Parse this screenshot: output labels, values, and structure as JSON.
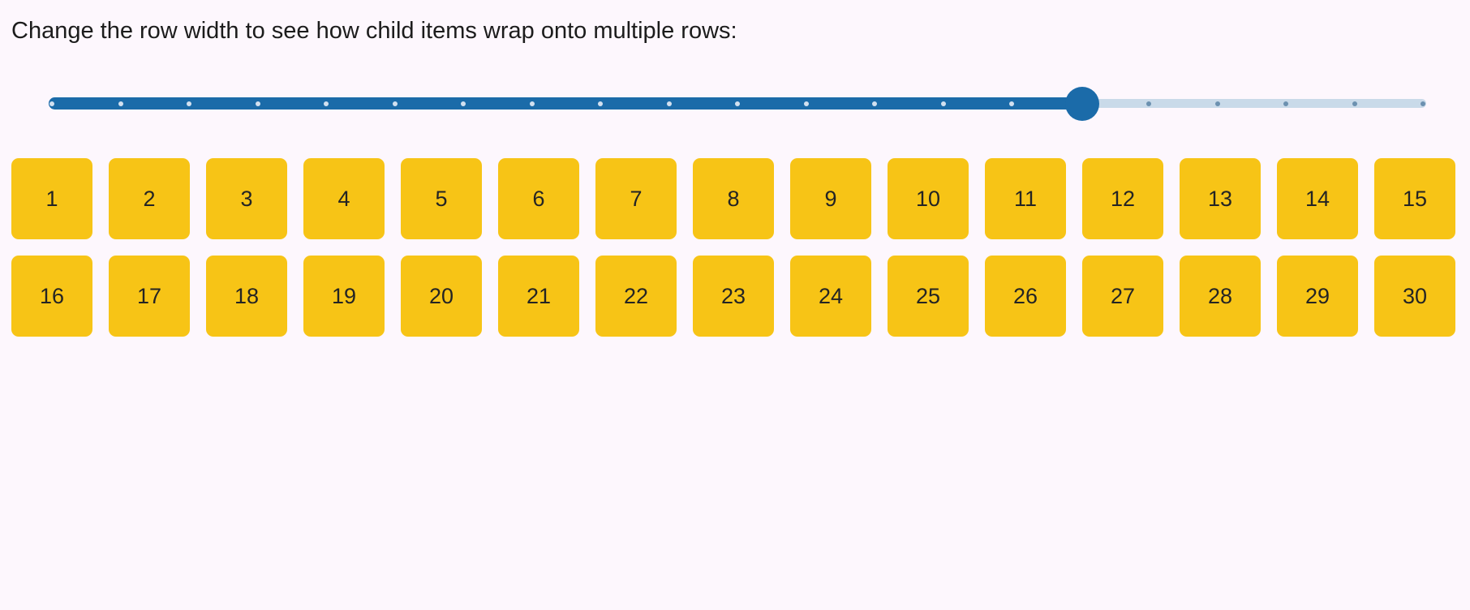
{
  "window": {
    "background_color": "#fdf7fd"
  },
  "heading": {
    "text": "Change the row width to see how child items wrap onto multiple rows:",
    "color": "#1c1c1c"
  },
  "slider": {
    "min": 0,
    "max": 20,
    "value": 15,
    "tick_count": 21,
    "percent": 75,
    "colors": {
      "fill": "#1b6ba9",
      "rail": "#c9dae9",
      "thumb": "#1b6ba9",
      "tick_on_fill": "#d2e0f0",
      "tick_on_rail": "#6c91b0"
    }
  },
  "grid": {
    "tile_color": "#f7c416",
    "tile_text_color": "#242424",
    "items": [
      "1",
      "2",
      "3",
      "4",
      "5",
      "6",
      "7",
      "8",
      "9",
      "10",
      "11",
      "12",
      "13",
      "14",
      "15",
      "16",
      "17",
      "18",
      "19",
      "20",
      "21",
      "22",
      "23",
      "24",
      "25",
      "26",
      "27",
      "28",
      "29",
      "30"
    ]
  }
}
